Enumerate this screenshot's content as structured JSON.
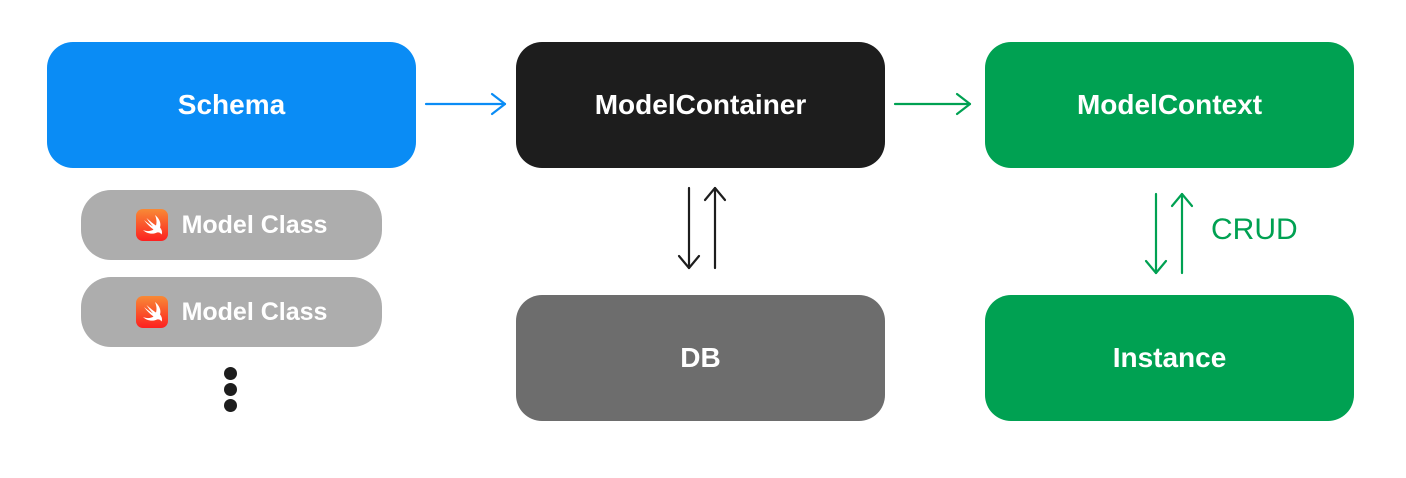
{
  "nodes": {
    "schema": {
      "label": "Schema",
      "color": "#0a8cf5"
    },
    "model_container": {
      "label": "ModelContainer",
      "color": "#1d1d1d"
    },
    "model_context": {
      "label": "ModelContext",
      "color": "#00a152"
    },
    "db": {
      "label": "DB",
      "color": "#6d6d6d"
    },
    "instance": {
      "label": "Instance",
      "color": "#00a152"
    }
  },
  "model_classes": [
    {
      "label": "Model Class",
      "icon": "swift-icon"
    },
    {
      "label": "Model Class",
      "icon": "swift-icon"
    }
  ],
  "ellipsis_icon": "vertical-ellipsis-icon",
  "edges": {
    "schema_to_container": {
      "color": "#0a8cf5"
    },
    "container_to_context": {
      "color": "#00a152"
    },
    "container_db": {
      "color": "#1d1d1d"
    },
    "context_instance": {
      "color": "#00a152",
      "label": "CRUD"
    }
  }
}
